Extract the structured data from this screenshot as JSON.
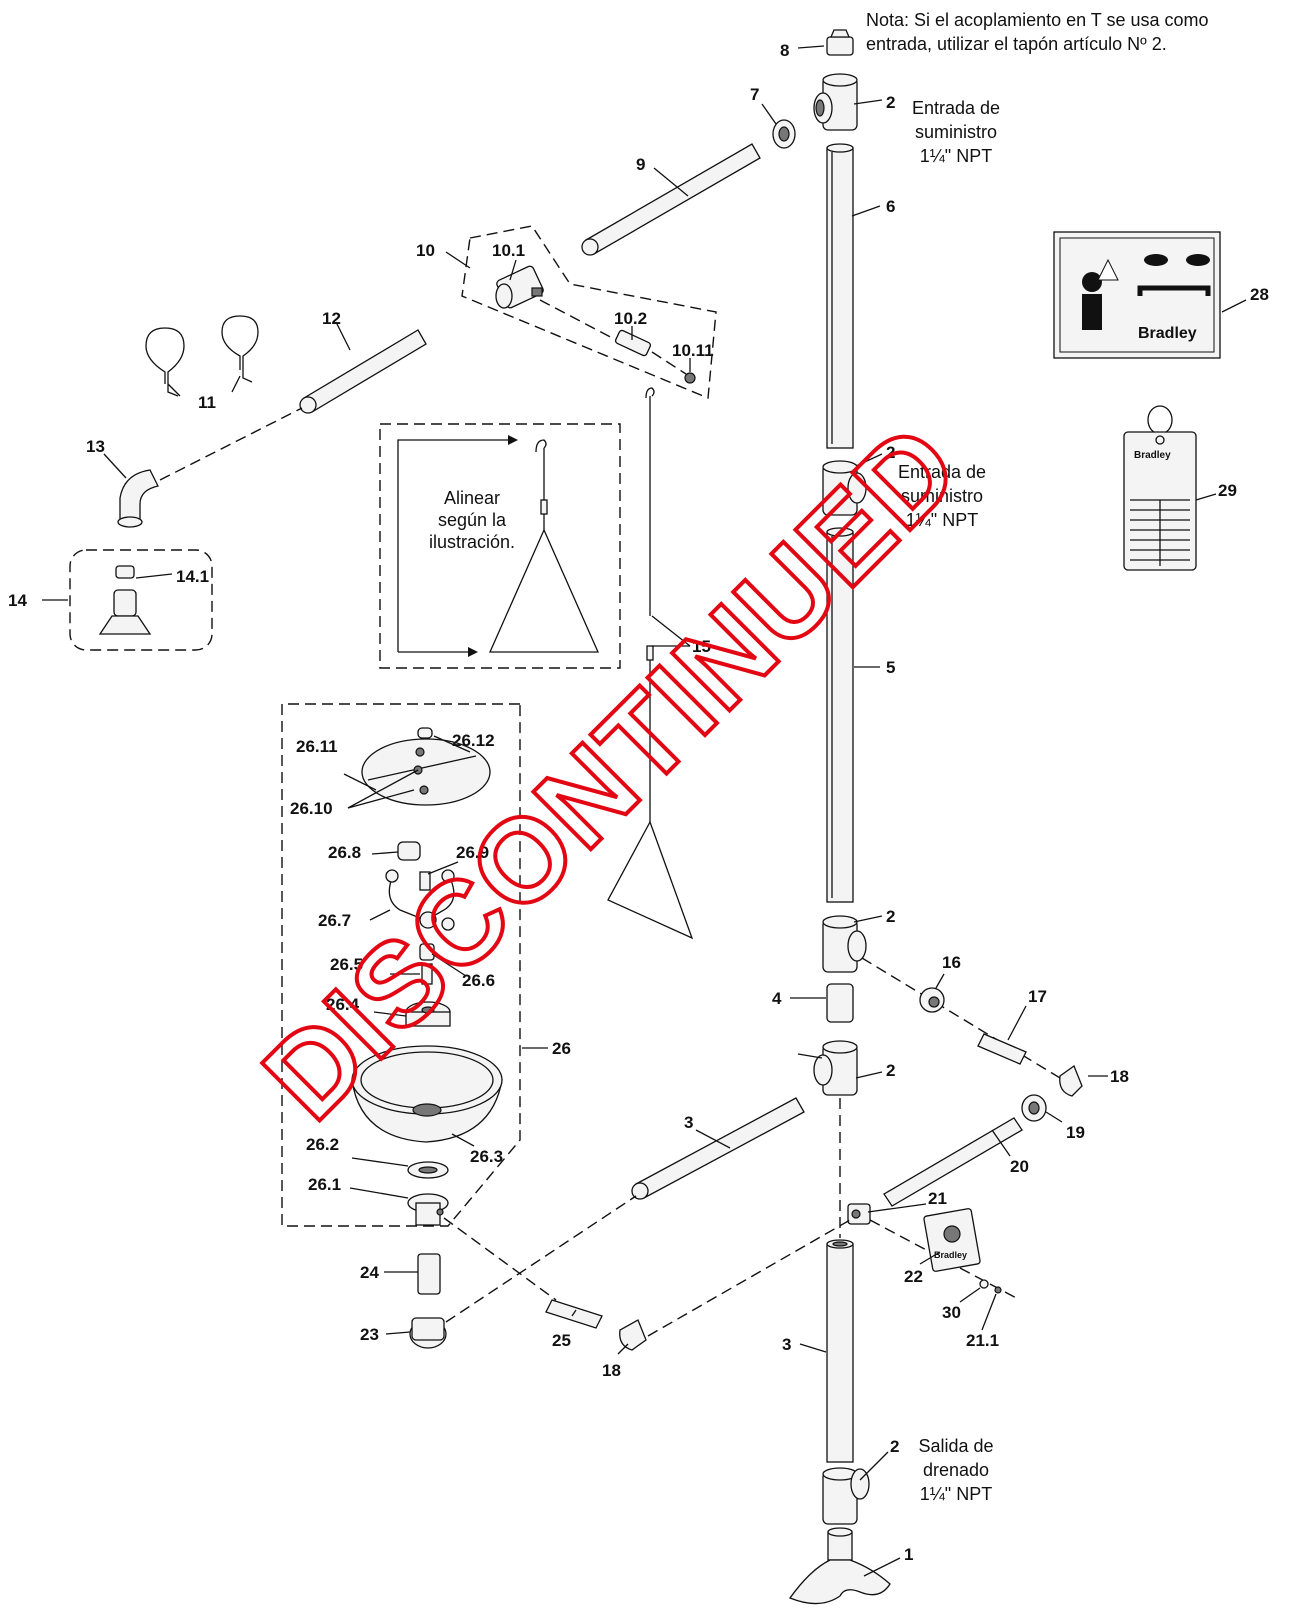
{
  "note": {
    "line1": "Nota:  Si el acoplamiento en T se usa como",
    "line2": "entrada, utilizar el tapón artículo Nº 2."
  },
  "inlet_top": {
    "line1": "Entrada de",
    "line2": "suministro",
    "line3": "1¼\" NPT"
  },
  "inlet_mid": {
    "line1": "Entrada de",
    "line2": "suministro",
    "line3": "1¼\" NPT"
  },
  "drain": {
    "line1": "Salida de",
    "line2": "drenado",
    "line3": "1¼\" NPT"
  },
  "align": {
    "line1": "Alinear",
    "line2": "según la",
    "line3": "ilustración."
  },
  "stamp": "DISCONTINUED",
  "stamp_color": "#e30613",
  "brand": "Bradley",
  "labels": {
    "p1": "1",
    "p2": "2",
    "p3": "3",
    "p4": "4",
    "p5": "5",
    "p6": "6",
    "p7": "7",
    "p8": "8",
    "p9": "9",
    "p10": "10",
    "p10_1": "10.1",
    "p10_2": "10.2",
    "p10_11": "10.11",
    "p11": "11",
    "p12": "12",
    "p13": "13",
    "p14": "14",
    "p14_1": "14.1",
    "p15": "15",
    "p16": "16",
    "p17": "17",
    "p18": "18",
    "p19": "19",
    "p20": "20",
    "p21": "21",
    "p21_1": "21.1",
    "p22": "22",
    "p23": "23",
    "p24": "24",
    "p25": "25",
    "p26": "26",
    "p26_1": "26.1",
    "p26_2": "26.2",
    "p26_3": "26.3",
    "p26_4": "26.4",
    "p26_5": "26.5",
    "p26_6": "26.6",
    "p26_7": "26.7",
    "p26_8": "26.8",
    "p26_9": "26.9",
    "p26_10": "26.10",
    "p26_11": "26.11",
    "p26_12": "26.12",
    "p28": "28",
    "p29": "29",
    "p30": "30"
  }
}
